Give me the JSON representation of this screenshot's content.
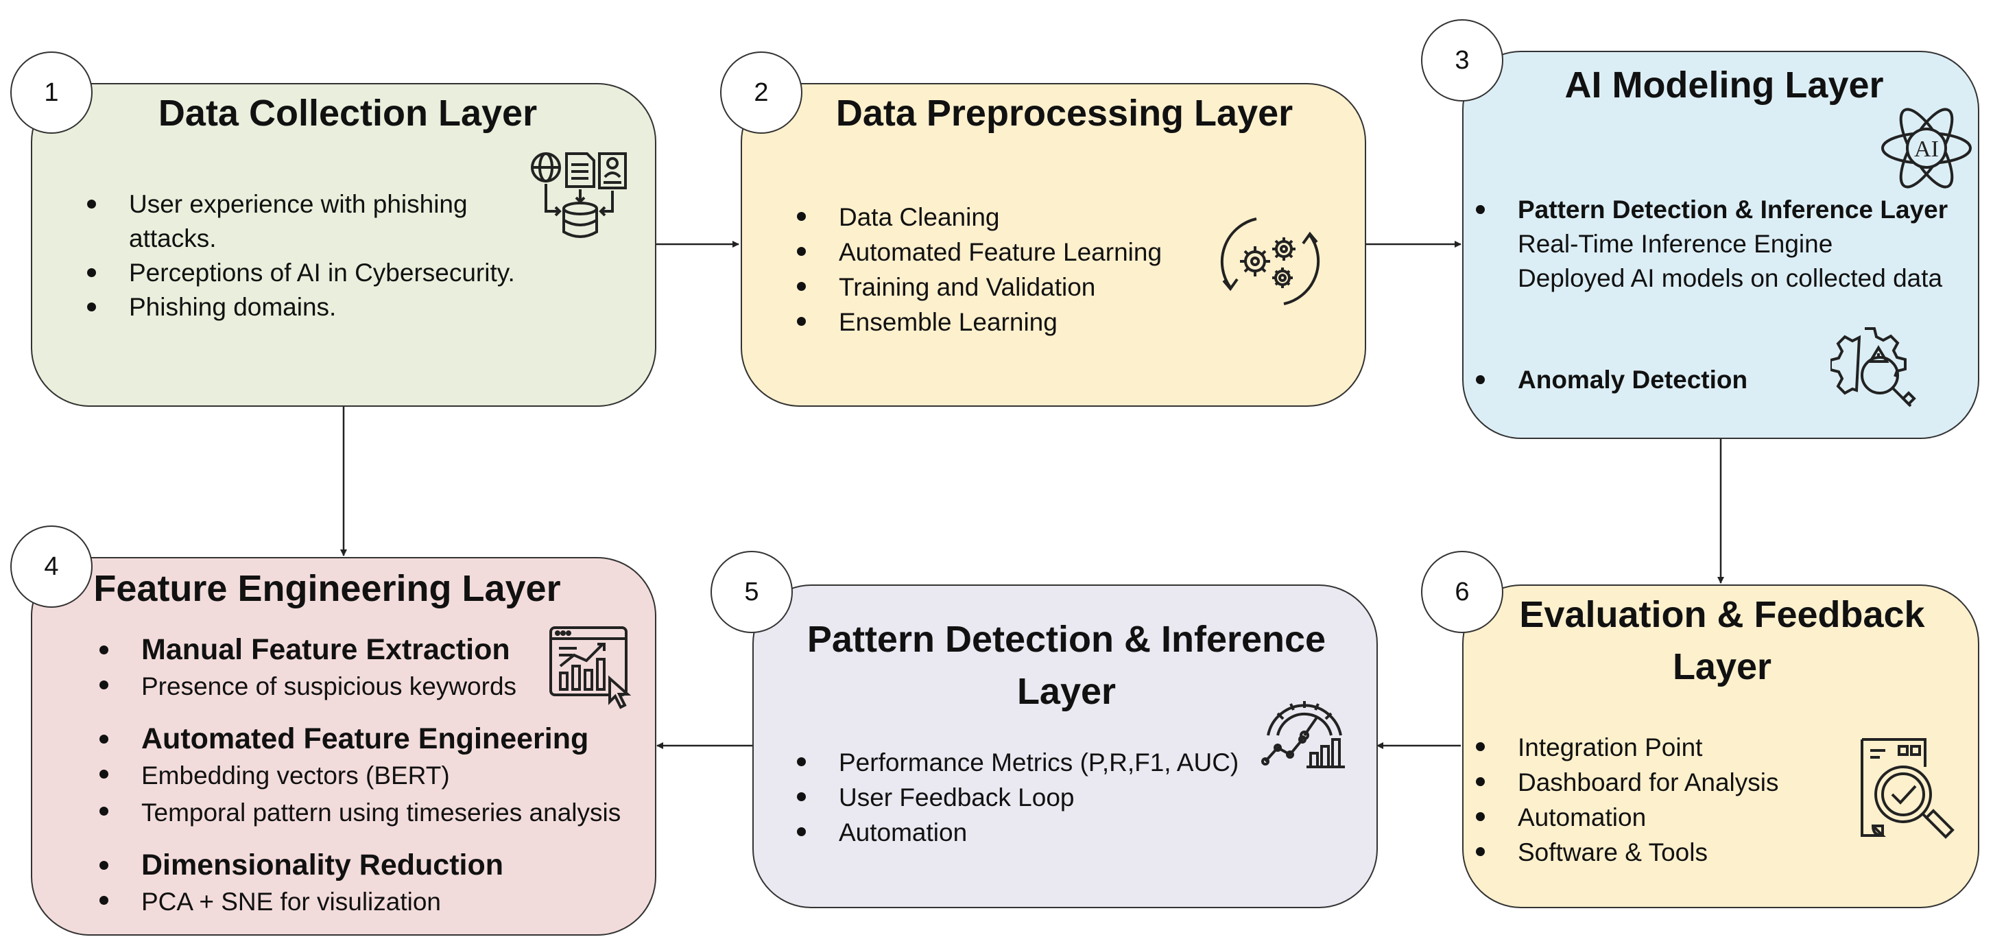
{
  "layers": [
    {
      "number": "1",
      "title": "Data Collection Layer",
      "items": [
        "User experience with phishing",
        "attacks.",
        "Perceptions of AI in Cybersecurity.",
        "Phishing domains."
      ],
      "color": "#e9efdc"
    },
    {
      "number": "2",
      "title": "Data Preprocessing Layer",
      "items": [
        "Data Cleaning",
        "Automated Feature Learning",
        "Training and Validation",
        "Ensemble Learning"
      ],
      "color": "#fdf0cd"
    },
    {
      "number": "3",
      "title": "AI Modeling Layer",
      "items": [
        "Pattern Detection & Inference Layer",
        "Real-Time Inference Engine",
        "Deployed AI models on collected data",
        "Anomaly Detection"
      ],
      "color": "#dceef5",
      "icon_label": "AI"
    },
    {
      "number": "4",
      "title": "Feature Engineering Layer",
      "items": [
        "Manual Feature Extraction",
        "Presence of suspicious keywords",
        "Automated Feature Engineering",
        "Embedding vectors (BERT)",
        "Temporal pattern using timeseries analysis",
        "Dimensionality Reduction",
        "PCA + SNE for visulization"
      ],
      "color": "#f2dcdb"
    },
    {
      "number": "5",
      "title_line1": "Pattern Detection & Inference",
      "title_line2": "Layer",
      "items": [
        "Performance Metrics (P,R,F1, AUC)",
        "User Feedback Loop",
        "Automation"
      ],
      "color": "#eae8f0"
    },
    {
      "number": "6",
      "title_line1": "Evaluation & Feedback",
      "title_line2": "Layer",
      "items": [
        "Integration Point",
        "Dashboard for Analysis",
        "Automation",
        "Software & Tools"
      ],
      "color": "#fdf0cd"
    }
  ],
  "icons": {
    "layer1": "database-documents-icon",
    "layer2": "gears-cycle-icon",
    "layer3_top": "ai-atom-icon",
    "layer3_bottom": "gear-warning-search-icon",
    "layer4": "analytics-chart-click-icon",
    "layer5": "gauge-chart-icon",
    "layer6": "document-search-check-icon"
  },
  "colors": {
    "border": "#333333",
    "arrow": "#222222"
  }
}
